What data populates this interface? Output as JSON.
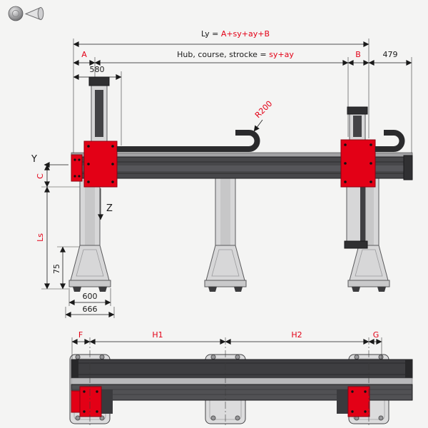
{
  "colors": {
    "background": "#f4f4f3",
    "accent_red": "#e30016",
    "beam_dark": "#47474a",
    "metal_light": "#d7d7d8",
    "line": "#1a1a1a"
  },
  "toolbar": {
    "icons": [
      "sphere-icon",
      "cone-icon"
    ]
  },
  "front_view": {
    "total_dim": {
      "prefix": "Ly = ",
      "formula": "A+sy+ay+B"
    },
    "stroke_dim": {
      "prefix": "Hub, course, strocke = ",
      "formula": "sy+ay"
    },
    "dim_a": "A",
    "dim_b": "B",
    "dim_479": "479",
    "dim_580": "580",
    "radius_label": "R200",
    "axis_y": "Y",
    "axis_z": "Z",
    "dim_c": "C",
    "dim_ls": "Ls",
    "dim_75": "75",
    "dim_600": "600",
    "dim_666": "666"
  },
  "plan_view": {
    "dim_f": "F",
    "dim_h1": "H1",
    "dim_h2": "H2",
    "dim_g": "G"
  }
}
